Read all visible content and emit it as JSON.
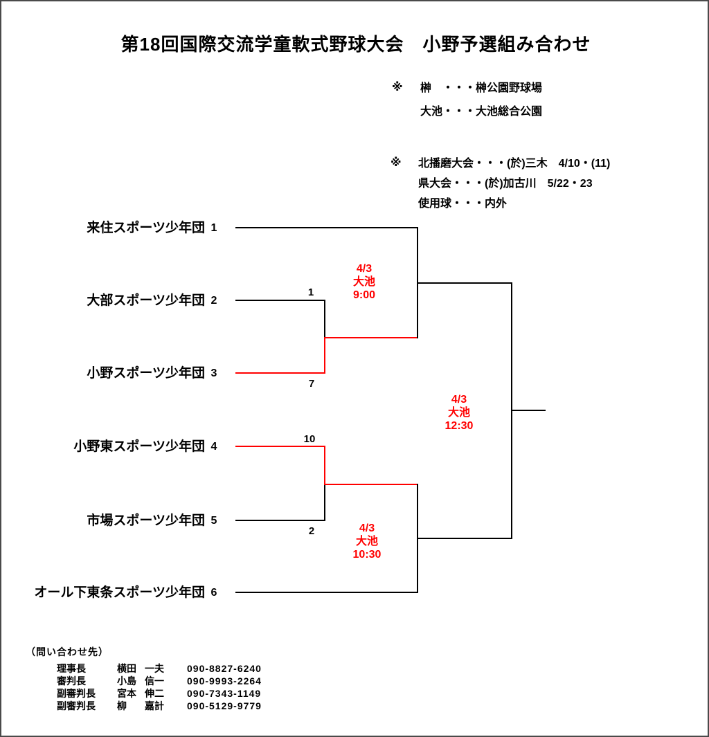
{
  "title": "第18回国際交流学童軟式野球大会　小野予選組み合わせ",
  "notes": [
    {
      "marker": "※",
      "lines": [
        "榊　・・・榊公園野球場",
        "大池・・・大池総合公園"
      ]
    },
    {
      "marker": "※",
      "lines": [
        "北播磨大会・・・(於)三木　4/10・(11)",
        "県大会・・・(於)加古川　5/22・23",
        "使用球・・・内外"
      ]
    }
  ],
  "bracket": {
    "teams": [
      {
        "name": "来住スポーツ少年団",
        "seed": "1"
      },
      {
        "name": "大部スポーツ少年団",
        "seed": "2"
      },
      {
        "name": "小野スポーツ少年団",
        "seed": "3"
      },
      {
        "name": "小野東スポーツ少年団",
        "seed": "4"
      },
      {
        "name": "市場スポーツ少年団",
        "seed": "5"
      },
      {
        "name": "オール下東条スポーツ少年団",
        "seed": "6"
      }
    ],
    "round1": [
      {
        "top_seed": "2",
        "bottom_seed": "3",
        "top_score": "1",
        "bottom_score": "7",
        "winner": "bottom"
      },
      {
        "top_seed": "4",
        "bottom_seed": "5",
        "top_score": "10",
        "bottom_score": "2",
        "winner": "top"
      }
    ],
    "semifinals": [
      {
        "date": "4/3",
        "venue": "大池",
        "time": "9:00"
      },
      {
        "date": "4/3",
        "venue": "大池",
        "time": "10:30"
      }
    ],
    "final": {
      "date": "4/3",
      "venue": "大池",
      "time": "12:30"
    },
    "colors": {
      "bracket_line": "#000000",
      "winner_path": "#ff0000",
      "match_label": "#ff0000"
    }
  },
  "contacts": {
    "heading": "（問い合わせ先）",
    "rows": [
      {
        "role": "理事長",
        "surname": "横田",
        "given": "一夫",
        "phone": "090-8827-6240"
      },
      {
        "role": "審判長",
        "surname": "小島",
        "given": "信一",
        "phone": "090-9993-2264"
      },
      {
        "role": "副審判長",
        "surname": "宮本",
        "given": "伸二",
        "phone": "090-7343-1149"
      },
      {
        "role": "副審判長",
        "surname": "柳",
        "given": "嘉計",
        "phone": "090-5129-9779"
      }
    ]
  }
}
